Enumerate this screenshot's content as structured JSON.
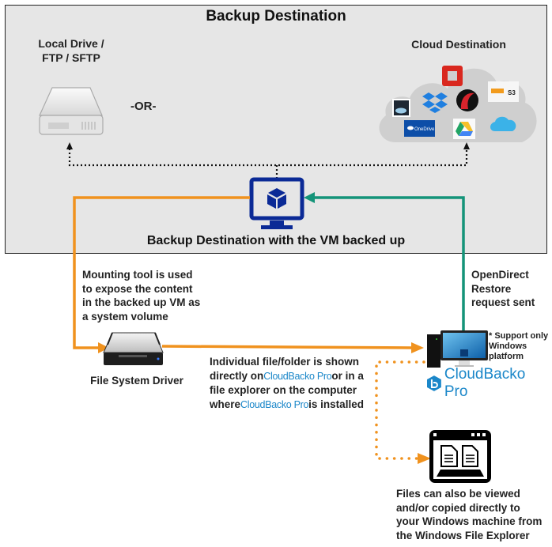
{
  "diagram": {
    "title": "Backup Destination",
    "local_destination": {
      "label_line1": "Local Drive /",
      "label_line2": "FTP / SFTP",
      "icon": "hard-drive-icon"
    },
    "or_separator": "-OR-",
    "cloud_destination": {
      "label": "Cloud Destination",
      "providers": [
        {
          "name": "OpenStack",
          "icon": "openstack-icon"
        },
        {
          "name": "Amazon Cloud Drive",
          "icon": "amazon-cloud-drive-icon"
        },
        {
          "name": "Dropbox",
          "icon": "dropbox-icon"
        },
        {
          "name": "Rackspace",
          "icon": "rackspace-icon"
        },
        {
          "name": "amazon S3",
          "icon": "amazon-s3-icon"
        },
        {
          "name": "OneDrive",
          "icon": "onedrive-icon"
        },
        {
          "name": "Google Drive",
          "icon": "google-drive-icon"
        },
        {
          "name": "Azure",
          "icon": "azure-icon"
        }
      ]
    },
    "vm_label": "Backup Destination with the VM backed up",
    "mounting_text": {
      "line1": "Mounting tool is used",
      "line2": "to expose the content",
      "line3": "in the backed up VM as",
      "line4": "a system volume"
    },
    "file_system_driver_label": "File System Driver",
    "individual_text": {
      "line1": "Individual file/folder is shown",
      "line2_pre": "directly on",
      "line2_brand": "CloudBacko Pro",
      "line2_post": "or in a",
      "line3": "file explorer on the computer",
      "line4_pre": "where",
      "line4_brand": "CloudBacko Pro",
      "line4_post": "is installed"
    },
    "opendirect_text": {
      "line1": "OpenDirect",
      "line2": "Restore",
      "line3": "request sent"
    },
    "support_note": {
      "line1": "* Support only",
      "line2": "Windows",
      "line3": "platform"
    },
    "product_logo": "CloudBacko Pro",
    "files_text": {
      "line1": "Files can also be viewed",
      "line2": "and/or copied directly to",
      "line3": "your Windows machine from",
      "line4": "the Windows File Explorer"
    },
    "colors": {
      "panel_bg": "#e6e6e6",
      "orange_flow": "#f0921e",
      "teal_flow": "#149479",
      "vm_blue": "#0b2a96",
      "brand_blue": "#1b87c9"
    }
  }
}
